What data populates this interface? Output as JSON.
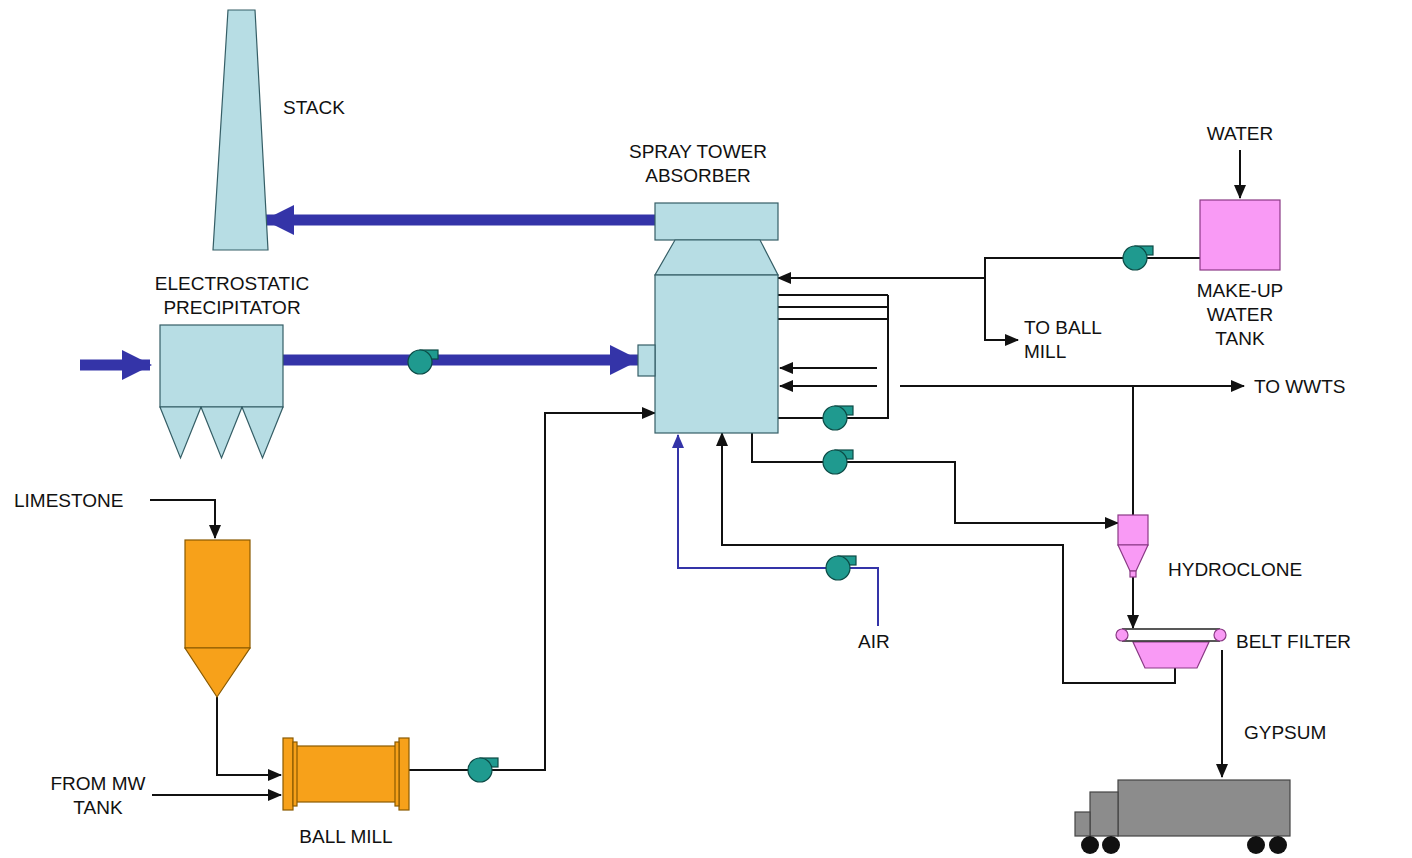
{
  "diagram": {
    "nodes": [
      {
        "text": [
          "STACK"
        ]
      },
      {
        "text": [
          "ELECTROSTATIC PRECIPITATOR"
        ]
      },
      {
        "text": [
          "SPRAY TOWER ABSORBER"
        ]
      },
      {
        "text": [
          "MAKE-UP WATER TANK"
        ]
      },
      {
        "text": [
          "BALL MILL"
        ]
      },
      {
        "text": [
          "HYDROCLONE"
        ]
      },
      {
        "text": [
          "BELT FILTER"
        ]
      }
    ],
    "edges": [
      {
        "from": 1,
        "to": 2,
        "arrow": "to"
      },
      {
        "from": 2,
        "to": 0,
        "arrow": "to"
      },
      {
        "from": 4,
        "to": 2,
        "arrow": "to"
      },
      {
        "from": 2,
        "to": 5,
        "arrow": "to"
      },
      {
        "from": 5,
        "to": 6,
        "arrow": "to"
      },
      {
        "from": 6,
        "to": 2,
        "arrow": "to"
      },
      {
        "from": 3,
        "to": 2,
        "arrow": "to"
      }
    ],
    "labels": [
      "WATER",
      "TO BALL MILL",
      "TO WWTS",
      "AIR",
      "LIMESTONE",
      "FROM MW TANK",
      "GYPSUM"
    ]
  }
}
